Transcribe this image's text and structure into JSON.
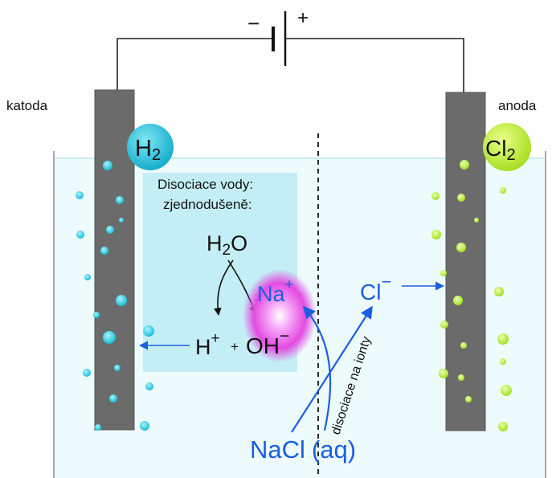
{
  "battery": {
    "minus": "−",
    "plus": "+"
  },
  "electrodes": {
    "cathode_label": "katoda",
    "anode_label": "anoda"
  },
  "gases": {
    "h2": {
      "main": "H",
      "sub": "2"
    },
    "cl2": {
      "main": "Cl",
      "sub": "2"
    }
  },
  "water_box": {
    "title_line1": "Disociace vody:",
    "title_line2": "zjednodušeně:",
    "water": {
      "h": "H",
      "sub": "2",
      "o": "O"
    }
  },
  "ions": {
    "h_plus": {
      "base": "H",
      "charge": "+"
    },
    "plus_sign": "+",
    "oh_minus": {
      "base": "OH",
      "charge": "−"
    },
    "na_plus": {
      "base": "Na",
      "charge": "+"
    },
    "cl_minus": {
      "base": "Cl",
      "charge": "−"
    }
  },
  "salt": {
    "formula": "NaCl",
    "state": "(aq)"
  },
  "dissociation_label": "disociace na ionty",
  "colors": {
    "ion_blue": "#1a5fe0",
    "electrode": "#6b6b6b",
    "solution": "#eefbfd",
    "h2_bubble": "#1fc6de",
    "cl2_bubble": "#a6ee2a",
    "water_box": "#c4eef5",
    "na_glow": "#e040e0"
  }
}
